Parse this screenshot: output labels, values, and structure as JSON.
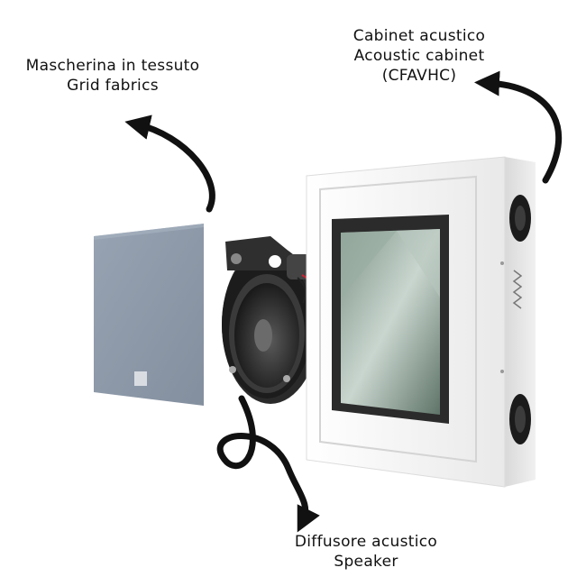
{
  "labels": {
    "grid": {
      "line1": "Mascherina in tessuto",
      "line2": "Grid fabrics"
    },
    "cabinet": {
      "line1": "Cabinet acustico",
      "line2": "Acoustic cabinet",
      "line3": "(CFAVHC)"
    },
    "speaker": {
      "line1": "Diffusore acustico",
      "line2": "Speaker"
    }
  },
  "colors": {
    "background": "#ffffff",
    "grille": "#8e9aa9",
    "cabinet_frame": "#f4f4f4",
    "speaker_body": "#1e1e1e",
    "arrow": "#111111"
  },
  "icons": [
    "curved-arrow-icon"
  ]
}
